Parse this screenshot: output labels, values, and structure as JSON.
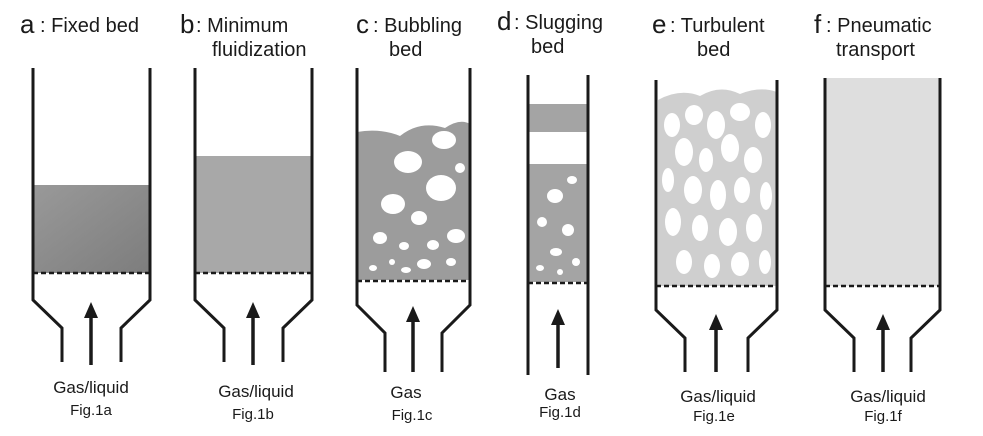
{
  "panels": [
    {
      "letter": "a",
      "title_lines": [
        "Fixed bed"
      ],
      "gas_label": "Gas/liquid",
      "fig_label": "Fig.1a"
    },
    {
      "letter": "b",
      "title_lines": [
        "Minimum",
        "fluidization"
      ],
      "gas_label": "Gas/liquid",
      "fig_label": "Fig.1b"
    },
    {
      "letter": "c",
      "title_lines": [
        "Bubbling",
        "bed"
      ],
      "gas_label": "Gas",
      "fig_label": "Fig.1c"
    },
    {
      "letter": "d",
      "title_lines": [
        "Slugging",
        "bed"
      ],
      "gas_label": "Gas",
      "fig_label": "Fig.1d"
    },
    {
      "letter": "e",
      "title_lines": [
        "Turbulent",
        "bed"
      ],
      "gas_label": "Gas/liquid",
      "fig_label": "Fig.1e"
    },
    {
      "letter": "f",
      "title_lines": [
        "Pneumatic",
        "transport"
      ],
      "gas_label": "Gas/liquid",
      "fig_label": "Fig.1f"
    }
  ],
  "colors": {
    "fixed_bed": "#8a8a8a",
    "min_fluid": "#a8a8a8",
    "bubbling": "#9c9c9c",
    "slugging": "#a4a4a4",
    "turbulent": "#cfcfcf",
    "pneumatic": "#dedede"
  }
}
